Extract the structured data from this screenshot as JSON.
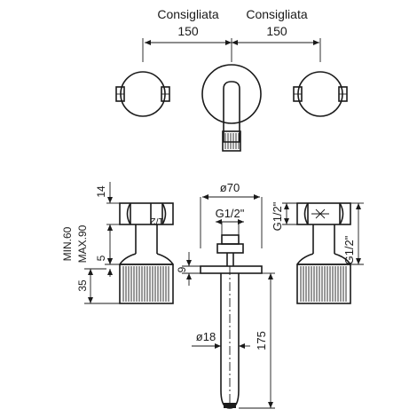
{
  "top_view": {
    "label_left": "Consigliata",
    "label_right": "Consigliata",
    "dim_left": "150",
    "dim_right": "150"
  },
  "front_view": {
    "dim_14": "14",
    "dim_min": "MIN.60",
    "dim_max": "MAX.90",
    "dim_5": "5",
    "dim_35": "35",
    "thread_rotated": "1/2",
    "dim_diam70": "ø70",
    "dim_g12_center": "G1/2\"",
    "dim_9": "9",
    "dim_diam18": "ø18",
    "dim_175": "175",
    "dim_g12_right_top": "G1/2\"",
    "dim_g12_right_bottom": "G1/2\""
  }
}
